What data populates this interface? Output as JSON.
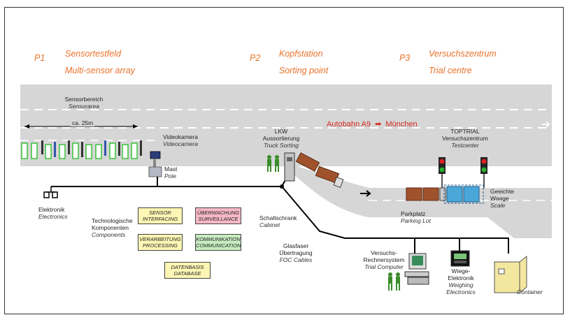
{
  "points": [
    {
      "id": "P1",
      "title": "Sensortestfeld",
      "subtitle": "Multi-sensor array"
    },
    {
      "id": "P2",
      "title": "Kopfstation",
      "subtitle": "Sorting point"
    },
    {
      "id": "P3",
      "title": "Versuchszentrum",
      "subtitle": "Trial centre"
    }
  ],
  "labels": {
    "sensorarea_de": "Sensorbereich",
    "sensorarea_en": "Sensorarea",
    "distance": "ca. 25m",
    "videocamera_de": "Videokamera",
    "videocamera_en": "Videocamera",
    "mast_de": "Mast",
    "mast_en": "Pole",
    "lkw_de1": "LKW",
    "lkw_de2": "Aussortierung",
    "lkw_en": "Truck Sorting",
    "autobahn": "Autobahn A9",
    "destination": "München",
    "toptrial": "TOPTRIAL",
    "testcenter_de": "Versuchszentrum",
    "testcenter_en": "Testcenter",
    "scale_de1": "Geeichte",
    "scale_de2": "Waage",
    "scale_en": "Scale",
    "parking_de": "Parkplatz",
    "parking_en": "Parking Lot",
    "electronics_de": "Elektronik",
    "electronics_en": "Electronics",
    "components_de1": "Technologische",
    "components_de2": "Komponenten",
    "components_en": "Components",
    "cabinet_de": "Schaltschrank",
    "cabinet_en": "Cabinet",
    "fiber_de1": "Glasfaser",
    "fiber_de2": "Übertragung",
    "fiber_en": "FOC Cables",
    "computer_de1": "Versuchs-",
    "computer_de2": "Rechnersystem",
    "computer_en": "Trial Computer",
    "weighing_de1": "Wiege-",
    "weighing_de2": "Elektronik",
    "weighing_en1": "Weighing",
    "weighing_en2": "Electronics",
    "container": "Container"
  },
  "components": [
    {
      "de": "SENSOR",
      "en": "INTERFACING",
      "color": "#fdf6b4"
    },
    {
      "de": "ÜBERWACHUNG",
      "en": "SURVEILLANCE",
      "color": "#f5b8c4"
    },
    {
      "de": "VERARBEITUNG",
      "en": "PROCESSING",
      "color": "#fdf6b4"
    },
    {
      "de": "KOMMUNIKATION",
      "en": "COMMUNICATION",
      "color": "#c6ecc0"
    },
    {
      "de": "DATENBASIS",
      "en": "DATABASE",
      "color": "#fdf6b4"
    }
  ],
  "colors": {
    "heading": "#e8722a",
    "road": "#d6d6d6",
    "highlight_red": "#d42a1e",
    "sensor": "#38c23a",
    "truck": "#a0522d",
    "trailer_blue": "#4aa8d8"
  }
}
